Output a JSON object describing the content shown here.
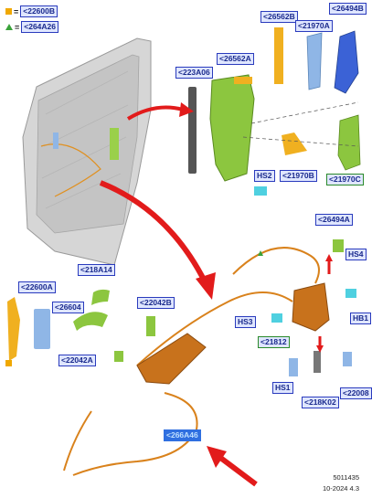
{
  "legend": [
    {
      "shape": "square",
      "code": "<22600B",
      "color": "#f0a800"
    },
    {
      "shape": "triangle",
      "code": "<264A26",
      "color": "#3aa23a"
    }
  ],
  "callouts": {
    "c26562B": "<26562B",
    "c21970A": "<21970A",
    "c26494B": "<26494B",
    "c223A06": "<223A06",
    "c26562A": "<26562A",
    "cHS2": "HS2",
    "c21970B": "<21970B",
    "c21970C": "<21970C",
    "c26494A": "<26494A",
    "cHS4": "HS4",
    "cHB1": "HB1",
    "cHS3": "HS3",
    "c21812": "<21812",
    "cHS1": "HS1",
    "c218K02": "<218K02",
    "c22008": "<22008",
    "c22600A": "<22600A",
    "c218A14": "<218A14",
    "c26604": "<26604",
    "c22042B": "<22042B",
    "c22042A": "<22042A",
    "c266A46": "<266A46"
  },
  "footer": {
    "part_no": "5011435",
    "date": "10-2024 4.3"
  },
  "colors": {
    "label_bg": "#dfe6ff",
    "label_border": "#2a3bbd",
    "selected_bg": "#2f6fe0",
    "arrow": "#e21b1b",
    "cable": "#d9821c",
    "bracket_green": "#8cc63f"
  }
}
